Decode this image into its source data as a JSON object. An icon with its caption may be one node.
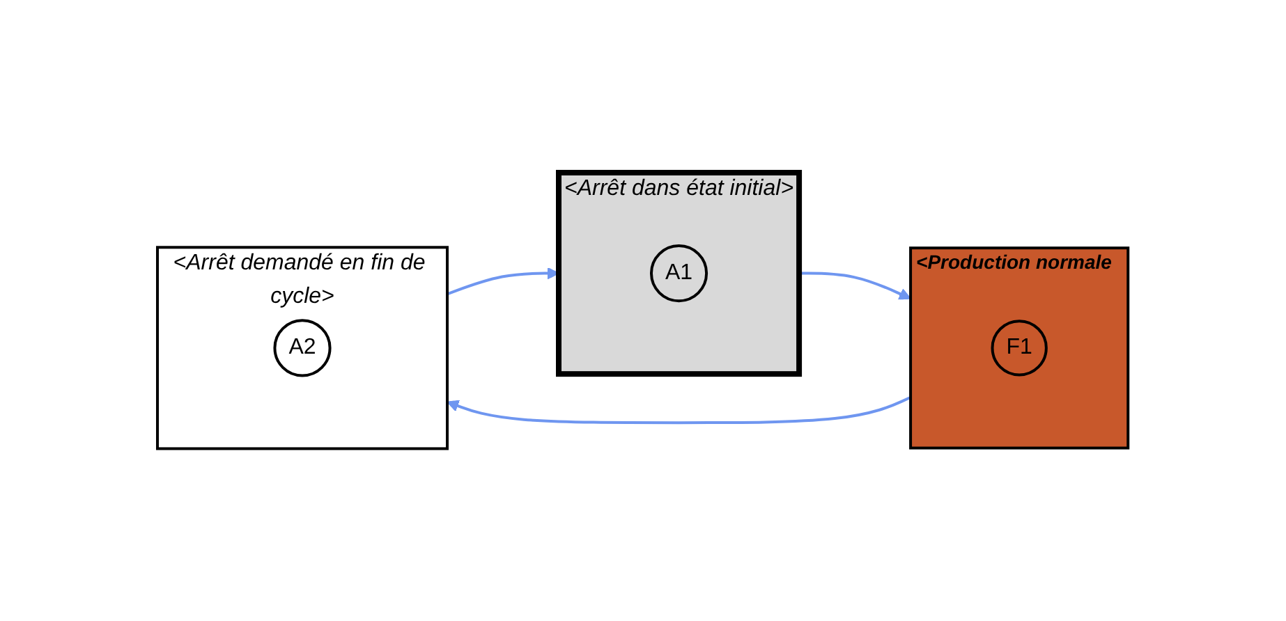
{
  "diagram": {
    "nodes": [
      {
        "text": [
          "<Arrêt dans état initial>"
        ]
      },
      {
        "text": [
          "A1"
        ],
        "in": 0
      },
      {
        "text": [
          "<Production normale"
        ]
      },
      {
        "text": [
          "F1"
        ],
        "in": 2
      },
      {
        "text": [
          "<Arrêt demandé en fin de cycle>"
        ]
      },
      {
        "text": [
          "A2"
        ],
        "in": 4
      }
    ],
    "edges": [
      {
        "from": 0,
        "to": 2,
        "arrow": "to"
      },
      {
        "from": 2,
        "to": 4,
        "arrow": "to"
      },
      {
        "from": 4,
        "to": 0,
        "arrow": "to"
      }
    ]
  }
}
